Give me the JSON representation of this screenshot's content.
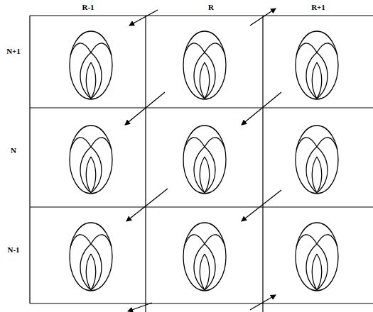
{
  "diagram": {
    "labels": [
      "R-1",
      "R",
      "R+1",
      "N+1",
      "N",
      "N-1"
    ]
  }
}
